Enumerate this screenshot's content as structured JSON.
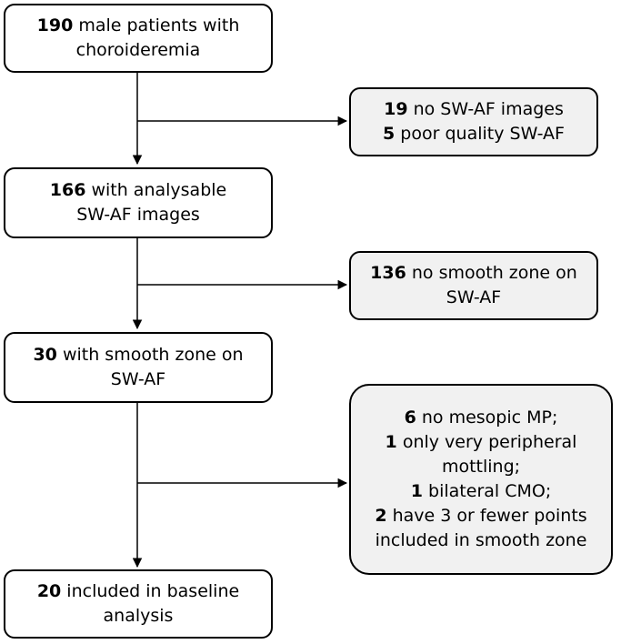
{
  "boxes": [
    {
      "id": "b1",
      "lines": [
        {
          "bold": "190",
          "text": " male patients with"
        },
        {
          "bold": "",
          "text": "choroideremia"
        }
      ]
    },
    {
      "id": "e1",
      "lines": [
        {
          "bold": "19",
          "text": " no SW-AF images"
        },
        {
          "bold": "5",
          "text": " poor quality SW-AF"
        }
      ]
    },
    {
      "id": "b2",
      "lines": [
        {
          "bold": "166",
          "text": " with analysable"
        },
        {
          "bold": "",
          "text": "SW-AF images"
        }
      ]
    },
    {
      "id": "e2",
      "lines": [
        {
          "bold": "136",
          "text": " no smooth zone on"
        },
        {
          "bold": "",
          "text": "SW-AF"
        }
      ]
    },
    {
      "id": "b3",
      "lines": [
        {
          "bold": "30",
          "text": " with smooth zone on"
        },
        {
          "bold": "",
          "text": "SW-AF"
        }
      ]
    },
    {
      "id": "e3",
      "lines": [
        {
          "bold": "6",
          "text": " no mesopic MP;"
        },
        {
          "bold": "1",
          "text": " only very peripheral"
        },
        {
          "bold": "",
          "text": "mottling;"
        },
        {
          "bold": "1",
          "text": " bilateral CMO;"
        },
        {
          "bold": "2",
          "text": " have 3 or fewer points"
        },
        {
          "bold": "",
          "text": "included in smooth zone"
        }
      ]
    },
    {
      "id": "b4",
      "lines": [
        {
          "bold": "20",
          "text": " included in baseline"
        },
        {
          "bold": "",
          "text": "analysis"
        }
      ]
    }
  ]
}
